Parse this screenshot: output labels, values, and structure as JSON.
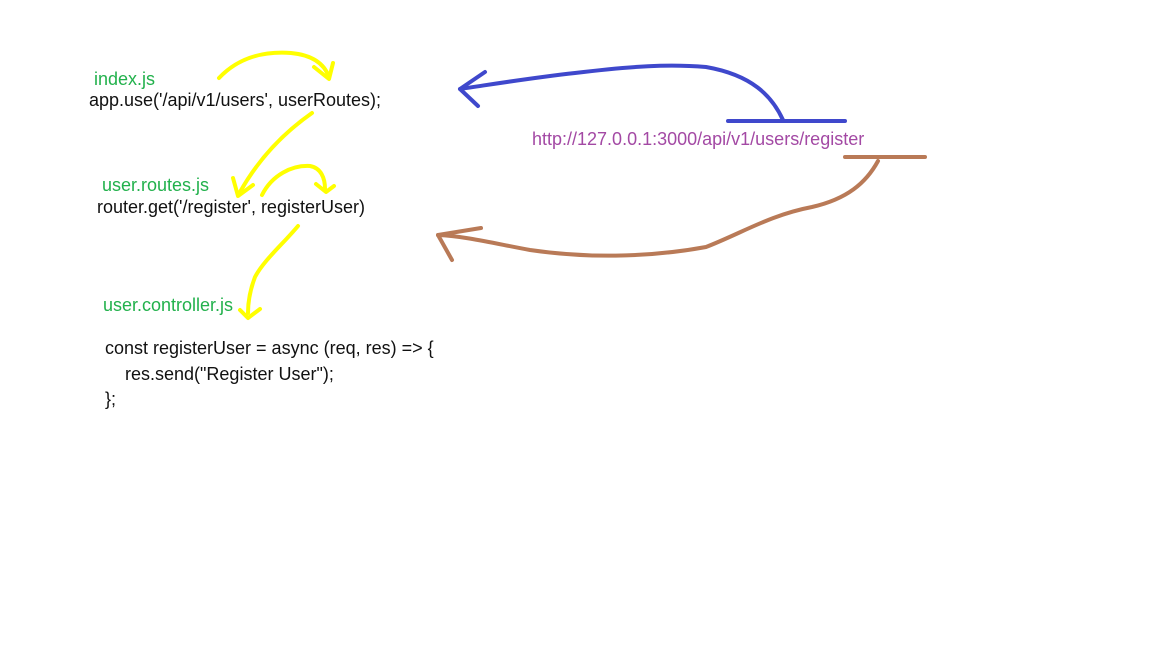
{
  "blocks": {
    "index": {
      "file": "index.js",
      "code": "app.use('/api/v1/users', userRoutes);"
    },
    "routes": {
      "file": "user.routes.js",
      "code": "router.get('/register', registerUser)"
    },
    "controller": {
      "file": "user.controller.js",
      "code_lines": [
        "const registerUser = async (req, res) => {",
        "    res.send(\"Register User\");",
        "};"
      ]
    }
  },
  "url": "http://127.0.0.1:3000/api/v1/users/register",
  "colors": {
    "file_label": "#22b14c",
    "url": "#a349a4",
    "code": "#111111",
    "flow_arrows": "#ffff00",
    "base_path_marker": "#3f48cc",
    "route_path_marker": "#b97a57"
  },
  "icons": {
    "flow_arrows": "yellow-curved-arrow-icon",
    "base_path_arrow": "blue-curved-arrow-icon",
    "route_path_arrow": "brown-curved-arrow-icon"
  }
}
